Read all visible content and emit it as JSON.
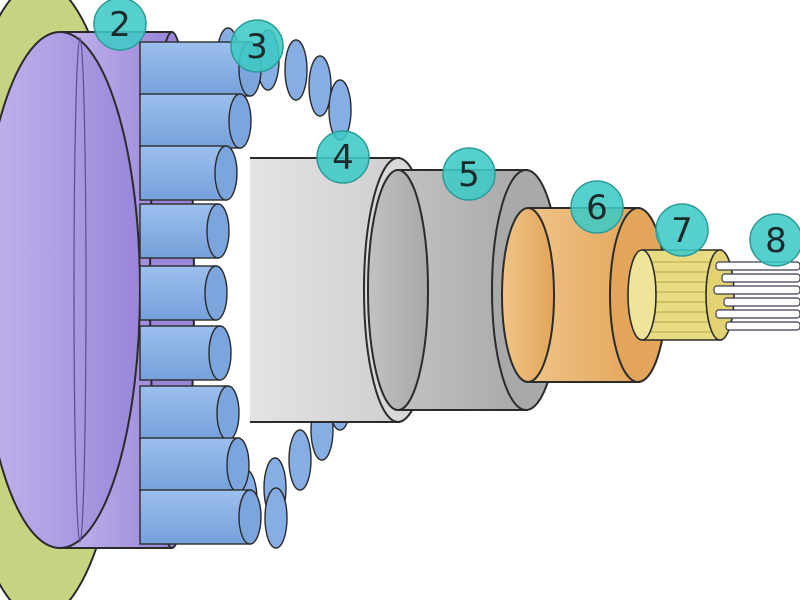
{
  "colors": {
    "outer_sheath": "#c6d481",
    "purple_layer": "#ad9ae2",
    "strength_rods": "#86aee4",
    "inner_sheath_light": "#d4d4d4",
    "inner_sheath_dark": "#b0b0b0",
    "copper_layer": "#e8b26a",
    "yellow_tube": "#e8dc82",
    "fibers": "#ffffff",
    "callout_fill": "#3fc9c6",
    "outline": "#2b2b2b"
  },
  "callouts": [
    {
      "id": "c2",
      "label": "2"
    },
    {
      "id": "c3",
      "label": "3"
    },
    {
      "id": "c4",
      "label": "4"
    },
    {
      "id": "c5",
      "label": "5"
    },
    {
      "id": "c6",
      "label": "6"
    },
    {
      "id": "c7",
      "label": "7"
    },
    {
      "id": "c8",
      "label": "8"
    }
  ]
}
